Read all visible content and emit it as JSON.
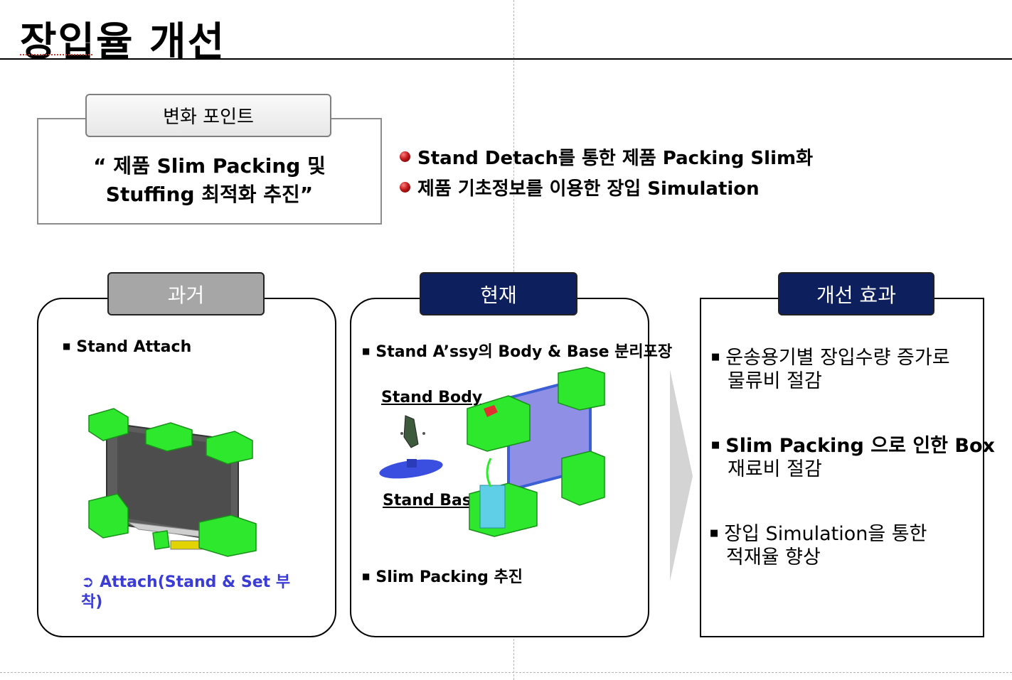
{
  "slide_title": "장입율 개선",
  "change_point": {
    "tab_label": "변화 포인트",
    "line1": "“ 제품 Slim Packing 및",
    "line2": "Stuffing 최적화 추진”"
  },
  "key_bullets": [
    "Stand Detach를 통한 제품 Packing Slim화",
    "제품 기초정보를 이용한 장입 Simulation"
  ],
  "past": {
    "tab_label": "과거",
    "item": "Stand Attach",
    "note_arrow": "➲",
    "note_line1": "Attach(Stand & Set 부",
    "note_line2": "착)"
  },
  "present": {
    "tab_label": "현재",
    "item1": "Stand A’ssy의 Body & Base 분리포장",
    "stand_body_label": "Stand Body",
    "stand_base_label": "Stand Base",
    "item2": "Slim Packing 추진"
  },
  "effect": {
    "tab_label": "개선 효과",
    "items": [
      [
        "운송용기별 장입수량 증가로",
        "물류비 절감"
      ],
      [
        "Slim Packing 으로 인한 Box",
        "재료비 절감"
      ],
      [
        "장입 Simulation을 통한",
        "적재율 향상"
      ]
    ]
  },
  "colors": {
    "navy_tab": "#0d1f5c",
    "gray_tab": "#a6a6a6",
    "packing_green": "#2ee82e",
    "note_blue": "#3b3bd6",
    "bullet_red": "#c21a1a"
  }
}
